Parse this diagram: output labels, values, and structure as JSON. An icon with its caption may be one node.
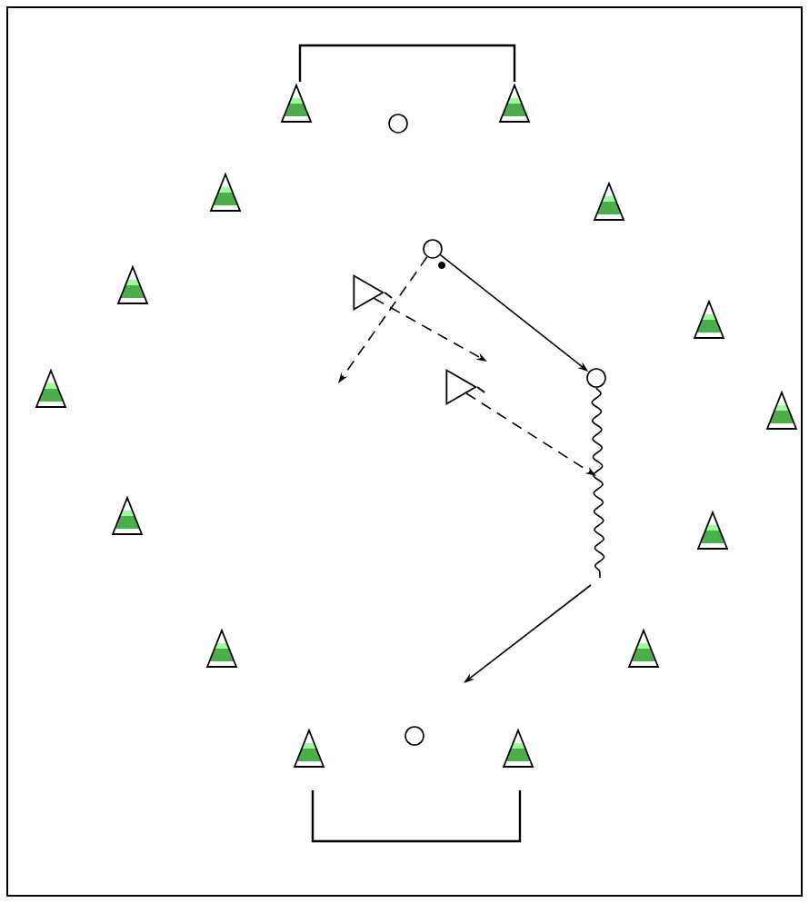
{
  "diagram": {
    "nodes": [
      {
        "text": [],
        "shape": "cone"
      },
      {
        "text": [],
        "shape": "cone"
      },
      {
        "text": [],
        "shape": "circle"
      },
      {
        "text": [],
        "shape": "cone"
      },
      {
        "text": [],
        "shape": "cone"
      },
      {
        "text": [],
        "shape": "circle"
      },
      {
        "text": [],
        "shape": "cone"
      },
      {
        "text": [],
        "shape": "triangle"
      },
      {
        "text": [],
        "shape": "cone"
      },
      {
        "text": [],
        "shape": "circle"
      },
      {
        "text": [],
        "shape": "triangle"
      },
      {
        "text": [],
        "shape": "cone"
      },
      {
        "text": [],
        "shape": "cone"
      },
      {
        "text": [],
        "shape": "cone"
      },
      {
        "text": [],
        "shape": "cone"
      },
      {
        "text": [],
        "shape": "cone"
      },
      {
        "text": [],
        "shape": "cone"
      },
      {
        "text": [],
        "shape": "circle"
      },
      {
        "text": [],
        "shape": "cone"
      },
      {
        "text": [],
        "shape": "cone"
      }
    ],
    "edges": [
      {
        "from": 5,
        "to": 9,
        "arrow": "to"
      },
      {
        "from": 5,
        "to": null,
        "arrow": "to",
        "style": "dashed"
      },
      {
        "from": 7,
        "to": null,
        "arrow": "to",
        "style": "dashed"
      },
      {
        "from": 10,
        "to": null,
        "arrow": "to",
        "style": "dashed"
      },
      {
        "from": 9,
        "to": null,
        "arrow": "none"
      }
    ]
  }
}
